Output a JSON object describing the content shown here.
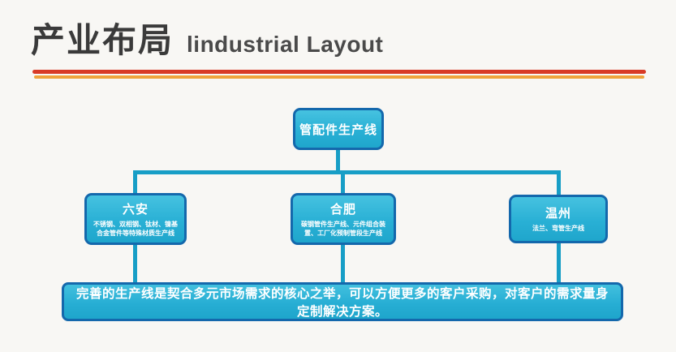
{
  "header": {
    "title_cn": "产业布局",
    "title_en": "lindustrial Layout"
  },
  "diagram": {
    "root": {
      "label": "管配件生产线"
    },
    "children": [
      {
        "label": "六安",
        "desc": "不锈钢、双相钢、钛材、镍基合金管件等特殊材质生产线"
      },
      {
        "label": "合肥",
        "desc": "碳钢管件生产线、元件组合装置、工厂化预制管段生产线"
      },
      {
        "label": "温州",
        "desc": "法兰、弯管生产线"
      }
    ],
    "footer": "完善的生产线是契合多元市场需求的核心之举，可以方便更多的客户采购，对客户的需求量身定制解决方案。"
  },
  "colors": {
    "box_fill": "#29b0d5",
    "box_border": "#1468ac",
    "connector": "#189ec6",
    "rule_red": "#d83a26",
    "rule_orange": "#efa33c",
    "title_text": "#3a3a3a",
    "background": "#f8f7f4"
  }
}
